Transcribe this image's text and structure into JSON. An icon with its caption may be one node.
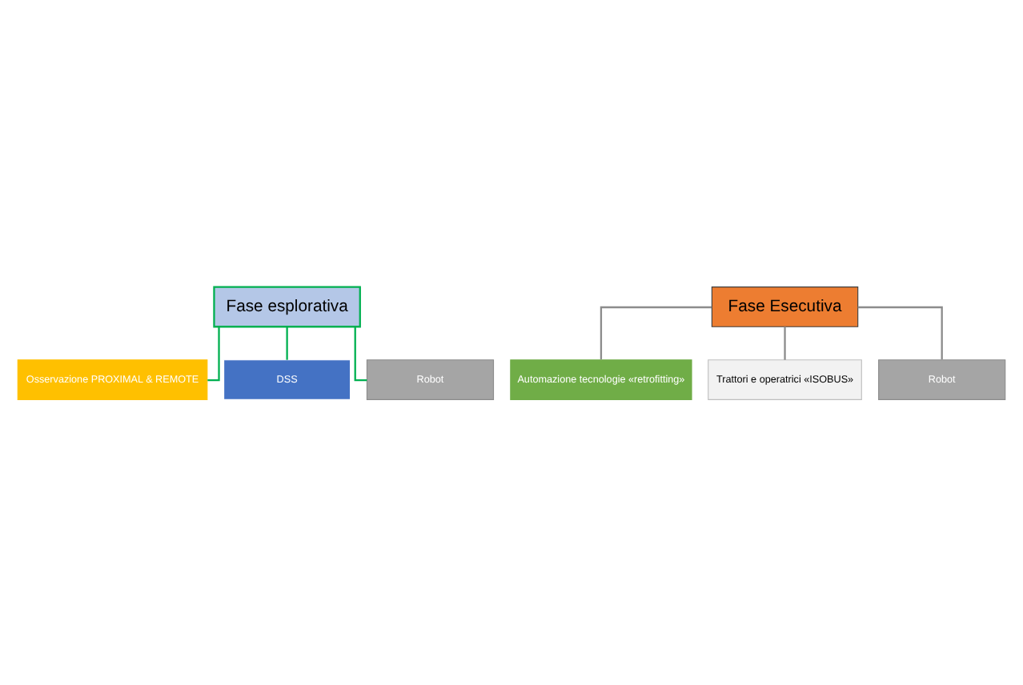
{
  "diagram": {
    "nodes": [
      {
        "text": [
          "Fase esplorativa"
        ]
      },
      {
        "text": [
          "Osservazione PROXIMAL & REMOTE"
        ]
      },
      {
        "text": [
          "DSS"
        ]
      },
      {
        "text": [
          "Robot"
        ]
      },
      {
        "text": [
          "Fase Esecutiva"
        ]
      },
      {
        "text": [
          "Automazione tecnologie «retrofitting»"
        ]
      },
      {
        "text": [
          "Trattori e operatrici «ISOBUS»"
        ]
      },
      {
        "text": [
          "Robot"
        ]
      }
    ],
    "edges": [
      {
        "from": 0,
        "to": 1,
        "arrow": "none",
        "color": "#00b050"
      },
      {
        "from": 0,
        "to": 2,
        "arrow": "none",
        "color": "#00b050"
      },
      {
        "from": 0,
        "to": 3,
        "arrow": "none",
        "color": "#00b050"
      },
      {
        "from": 4,
        "to": 5,
        "arrow": "none",
        "color": "#8c8c8c"
      },
      {
        "from": 4,
        "to": 6,
        "arrow": "none",
        "color": "#8c8c8c"
      },
      {
        "from": 4,
        "to": 7,
        "arrow": "none",
        "color": "#8c8c8c"
      }
    ]
  }
}
